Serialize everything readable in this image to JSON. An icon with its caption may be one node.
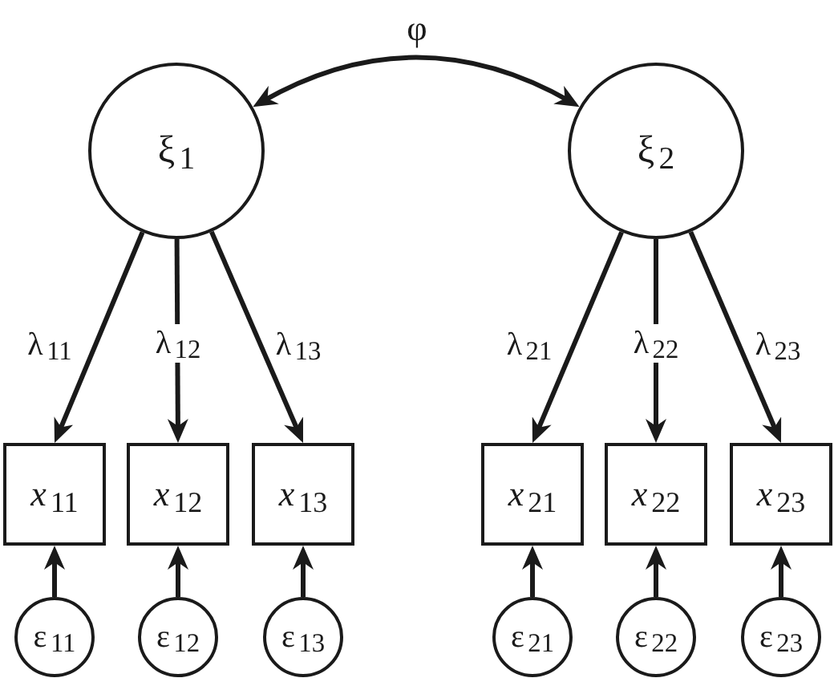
{
  "diagram": {
    "nodes": [
      {
        "text": [
          "ξ$_{1}$"
        ]
      },
      {
        "text": [
          "ξ$_{2}$"
        ]
      },
      {
        "text": [
          "*x*$_{11}$"
        ]
      },
      {
        "text": [
          "*x*$_{12}$"
        ]
      },
      {
        "text": [
          "*x*$_{13}$"
        ]
      },
      {
        "text": [
          "*x*$_{21}$"
        ]
      },
      {
        "text": [
          "*x*$_{22}$"
        ]
      },
      {
        "text": [
          "*x*$_{23}$"
        ]
      },
      {
        "text": [
          "ε$_{11}$"
        ]
      },
      {
        "text": [
          "ε$_{12}$"
        ]
      },
      {
        "text": [
          "ε$_{13}$"
        ]
      },
      {
        "text": [
          "ε$_{21}$"
        ]
      },
      {
        "text": [
          "ε$_{22}$"
        ]
      },
      {
        "text": [
          "ε$_{23}$"
        ]
      }
    ],
    "edges": [
      {
        "from": 0,
        "to": 1,
        "arrow": "both",
        "label": "φ"
      },
      {
        "from": 0,
        "to": 2,
        "arrow": "to",
        "label": "λ$_{11}$"
      },
      {
        "from": 0,
        "to": 3,
        "arrow": "to",
        "label": "λ$_{12}$"
      },
      {
        "from": 0,
        "to": 4,
        "arrow": "to",
        "label": "λ$_{13}$"
      },
      {
        "from": 1,
        "to": 5,
        "arrow": "to",
        "label": "λ$_{21}$"
      },
      {
        "from": 1,
        "to": 6,
        "arrow": "to",
        "label": "λ$_{22}$"
      },
      {
        "from": 1,
        "to": 7,
        "arrow": "to",
        "label": "λ$_{23}$"
      },
      {
        "from": 8,
        "to": 2,
        "arrow": "to"
      },
      {
        "from": 9,
        "to": 3,
        "arrow": "to"
      },
      {
        "from": 10,
        "to": 4,
        "arrow": "to"
      },
      {
        "from": 11,
        "to": 5,
        "arrow": "to"
      },
      {
        "from": 12,
        "to": 6,
        "arrow": "to"
      },
      {
        "from": 13,
        "to": 7,
        "arrow": "to"
      }
    ]
  }
}
